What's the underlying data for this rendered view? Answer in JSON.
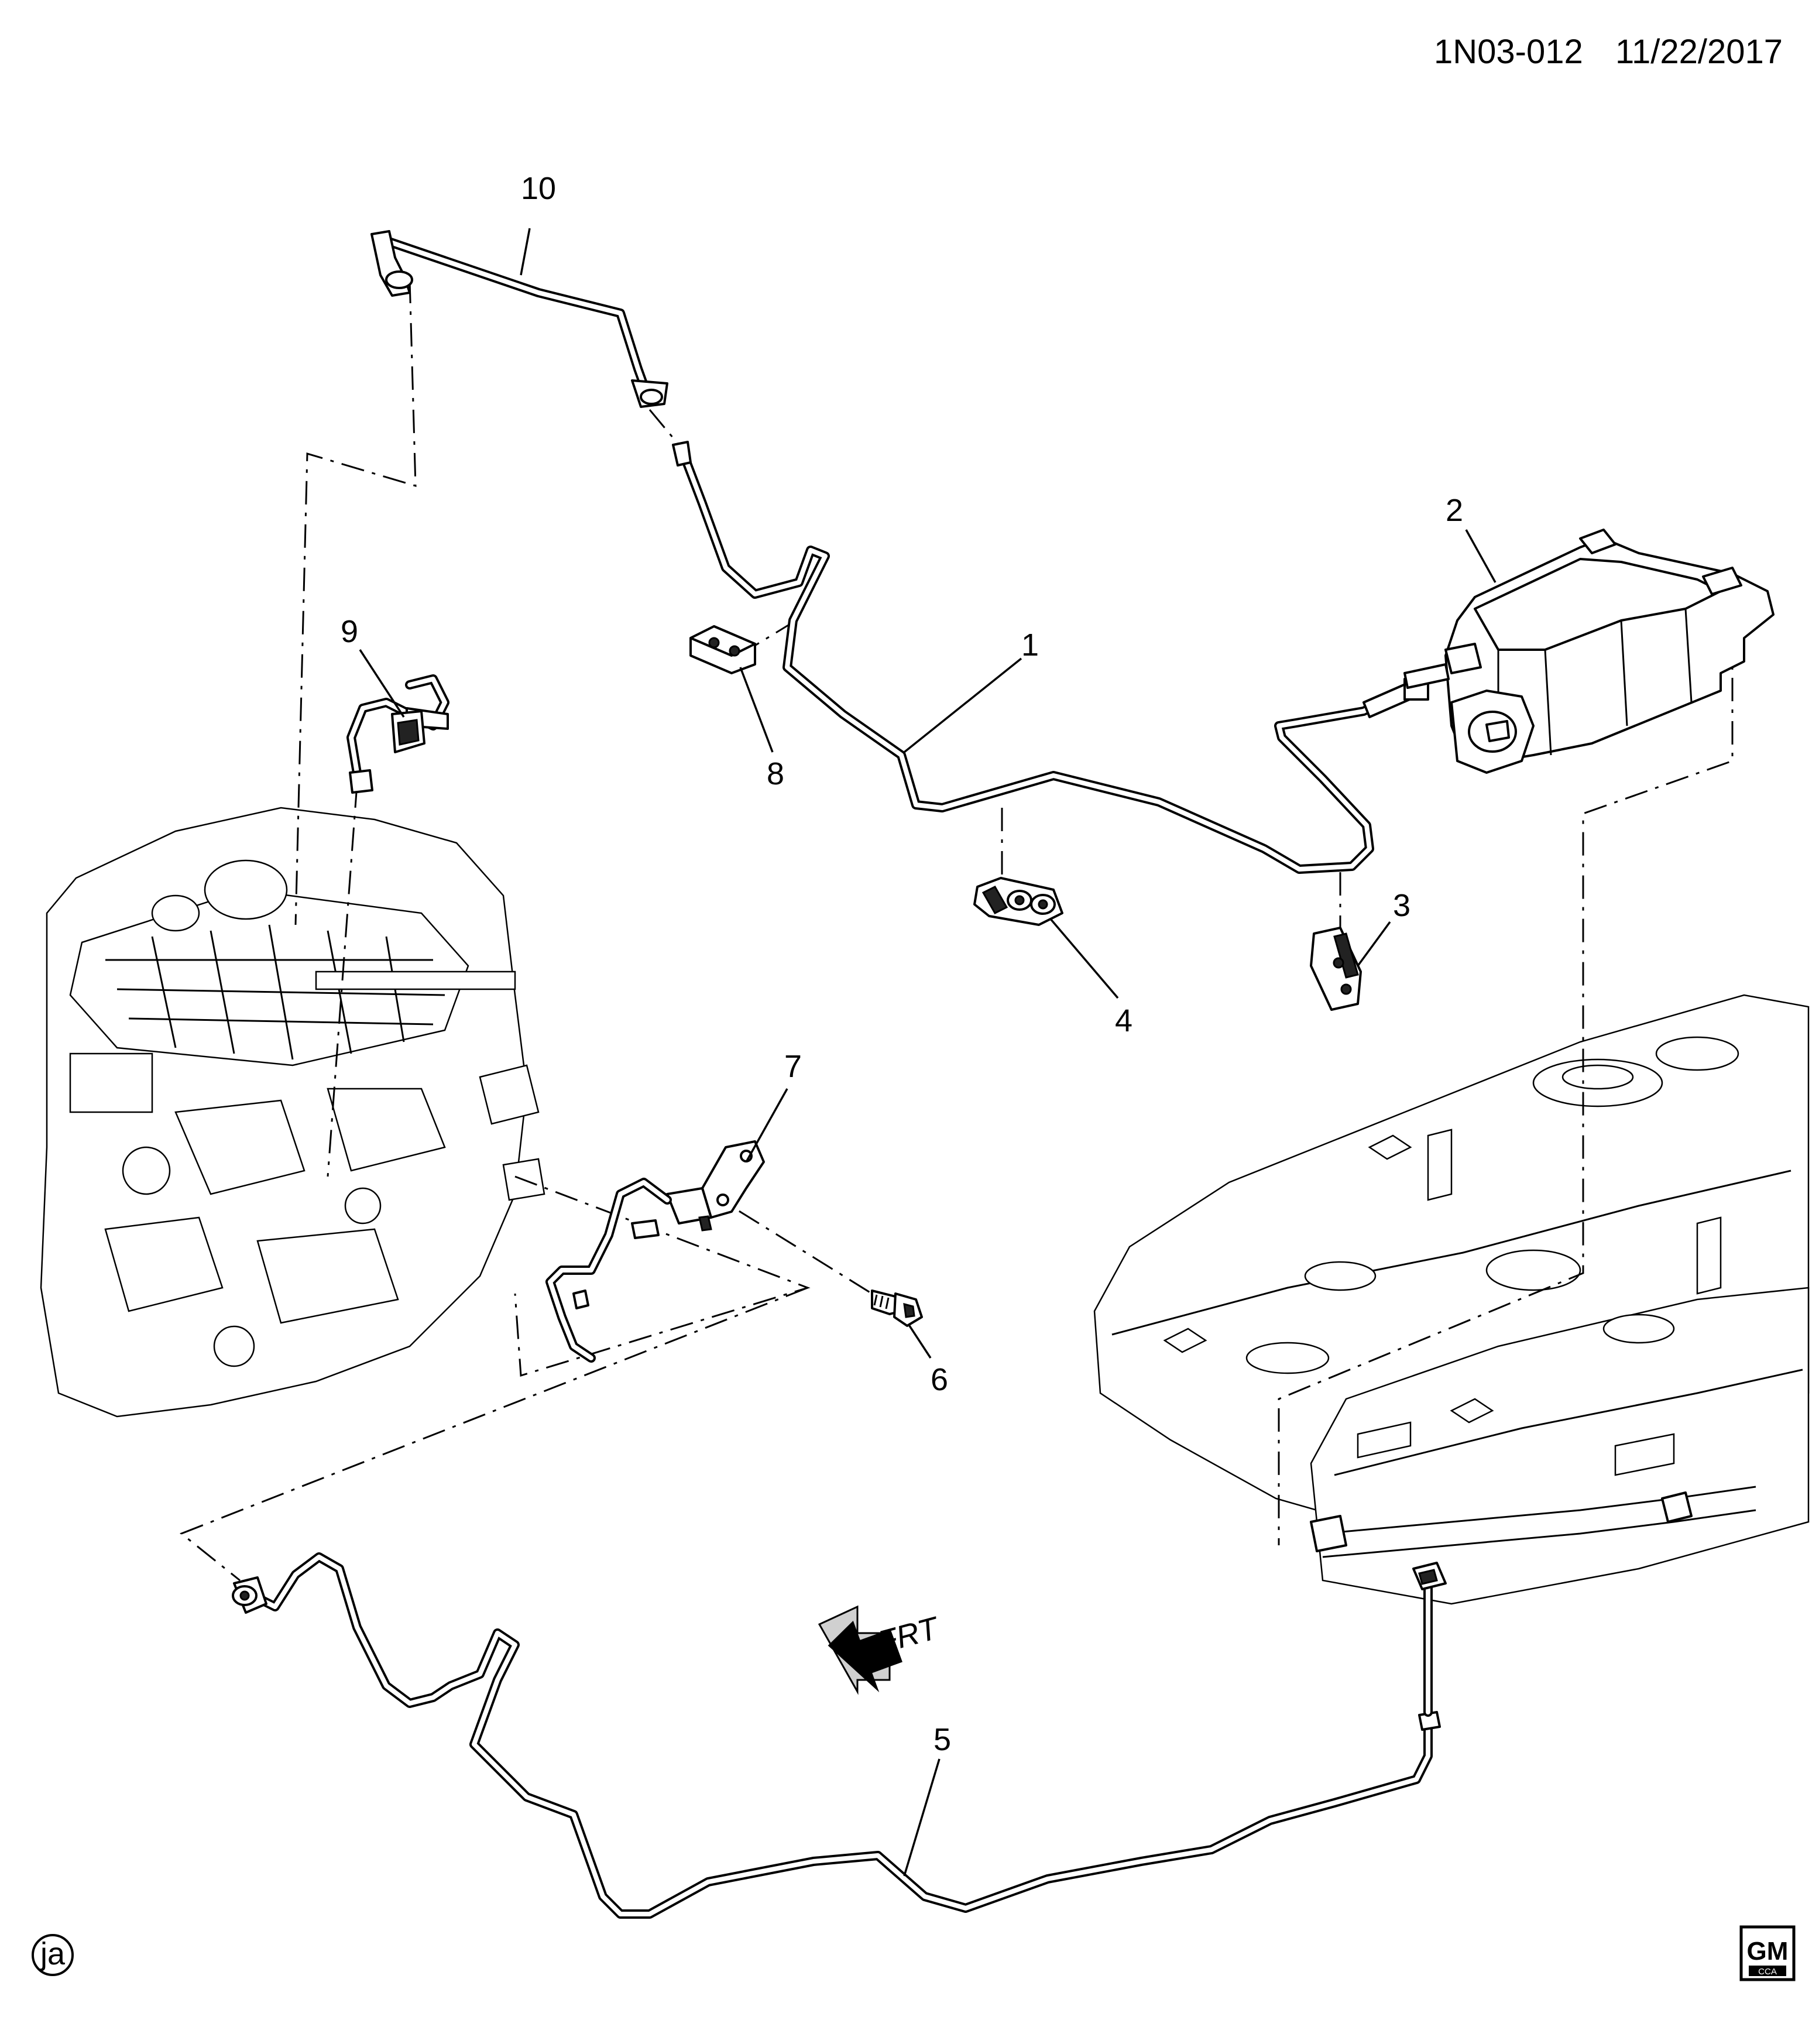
{
  "header": {
    "code": "1N03-012",
    "date": "11/22/2017"
  },
  "callouts": [
    {
      "id": "callout-1",
      "label": "1"
    },
    {
      "id": "callout-2",
      "label": "2"
    },
    {
      "id": "callout-3",
      "label": "3"
    },
    {
      "id": "callout-4",
      "label": "4"
    },
    {
      "id": "callout-5",
      "label": "5"
    },
    {
      "id": "callout-6",
      "label": "6"
    },
    {
      "id": "callout-7",
      "label": "7"
    },
    {
      "id": "callout-8",
      "label": "8"
    },
    {
      "id": "callout-9",
      "label": "9"
    },
    {
      "id": "callout-10",
      "label": "10"
    }
  ],
  "direction": {
    "label": "FRT"
  },
  "illustrator_mark": "ja",
  "logo": {
    "brand": "GM",
    "sub": "CCA"
  }
}
